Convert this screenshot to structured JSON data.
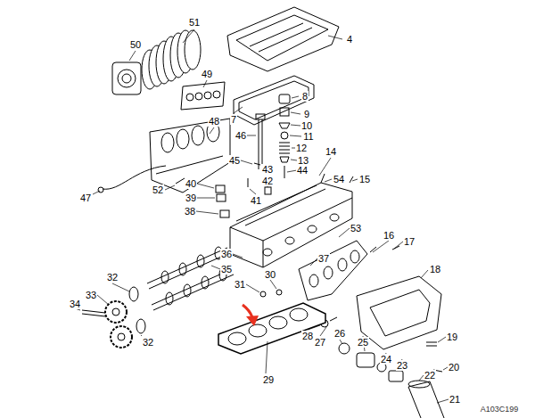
{
  "diagram": {
    "labels": [
      "51",
      "50",
      "49",
      "4",
      "8",
      "7",
      "9",
      "10",
      "11",
      "46",
      "12",
      "13",
      "14",
      "44",
      "43",
      "45",
      "42",
      "48",
      "47",
      "52",
      "54",
      "15",
      "40",
      "39",
      "41",
      "38",
      "36",
      "35",
      "53",
      "16",
      "17",
      "18",
      "37",
      "31",
      "30",
      "32",
      "33",
      "34",
      "32",
      "28",
      "27",
      "26",
      "25",
      "24",
      "23",
      "22",
      "19",
      "20",
      "21",
      "29",
      "A103C199"
    ]
  }
}
